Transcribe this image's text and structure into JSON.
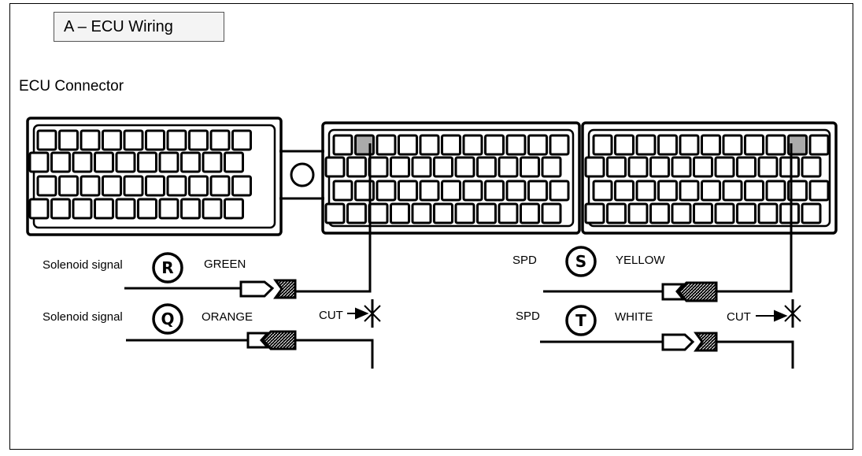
{
  "title": "A – ECU Wiring",
  "connector_label": "ECU Connector",
  "wires": [
    {
      "signal": "Solenoid signal",
      "code": "R",
      "color": "GREEN"
    },
    {
      "signal": "Solenoid signal",
      "code": "Q",
      "color": "ORANGE"
    },
    {
      "signal": "SPD",
      "code": "S",
      "color": "YELLOW"
    },
    {
      "signal": "SPD",
      "code": "T",
      "color": "WHITE"
    }
  ],
  "cut_label_left": "CUT",
  "cut_label_right": "CUT"
}
